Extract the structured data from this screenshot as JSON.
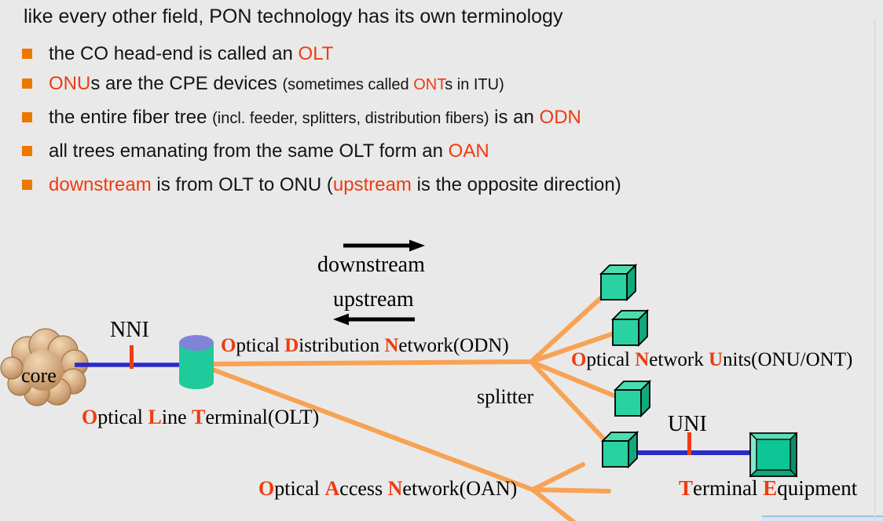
{
  "slide": {
    "title": "like every other field, PON technology has its own terminology",
    "bullets": [
      {
        "segments": [
          {
            "text": "the CO head-end is called an "
          },
          {
            "text": "OLT"
          }
        ]
      },
      {
        "segments": [
          {
            "text": "ONU"
          },
          {
            "text": "s are the CPE devices "
          },
          {
            "text": "(sometimes called "
          },
          {
            "text": "ONT"
          },
          {
            "text": "s in ITU)"
          }
        ]
      },
      {
        "segments": [
          {
            "text": "the entire fiber tree "
          },
          {
            "text": "(incl. feeder, splitters, distribution fibers)"
          },
          {
            "text": " is an "
          },
          {
            "text": "ODN"
          }
        ]
      },
      {
        "segments": [
          {
            "text": "all trees emanating from the same OLT form an "
          },
          {
            "text": "OAN"
          }
        ]
      },
      {
        "segments": [
          {
            "text": "downstream"
          },
          {
            "text": " is from OLT to ONU ("
          },
          {
            "text": "upstream"
          },
          {
            "text": " is the opposite direction)"
          }
        ]
      }
    ]
  },
  "diagram": {
    "downstream_label": "downstream",
    "upstream_label": "upstream",
    "core_label": "core",
    "nni_label": "NNI",
    "uni_label": "UNI",
    "splitter_label": "splitter",
    "labels": {
      "olt": {
        "segments": [
          "O",
          "ptical ",
          "L",
          "ine ",
          "T",
          "erminal(OLT)"
        ]
      },
      "odn": {
        "segments": [
          "O",
          "ptical ",
          "D",
          "istribution ",
          "N",
          "etwork(ODN)"
        ]
      },
      "onu": {
        "segments": [
          "O",
          "ptical ",
          "N",
          "etwork ",
          "U",
          "nits(ONU/ONT)"
        ]
      },
      "oan": {
        "segments": [
          "O",
          "ptical ",
          "A",
          "ccess ",
          "N",
          "etwork(OAN)"
        ]
      },
      "te": {
        "segments": [
          "T",
          "erminal ",
          "E",
          "quipment"
        ]
      }
    },
    "colors": {
      "background": "#E9E9E9",
      "bullet_marker_orange": "#EE7700",
      "highlight_red": "#EF3B10",
      "fiber_orange": "#F8A254",
      "link_blue": "#2B2BC8",
      "tick_red": "#F23B0F",
      "node_green": "#1FCB9B",
      "cube_front_green": "#29D2A1",
      "cube_side_green": "#12A87C",
      "cylinder_top_purple": "#8084D9",
      "cloud_tan": "#D2A87E"
    }
  }
}
